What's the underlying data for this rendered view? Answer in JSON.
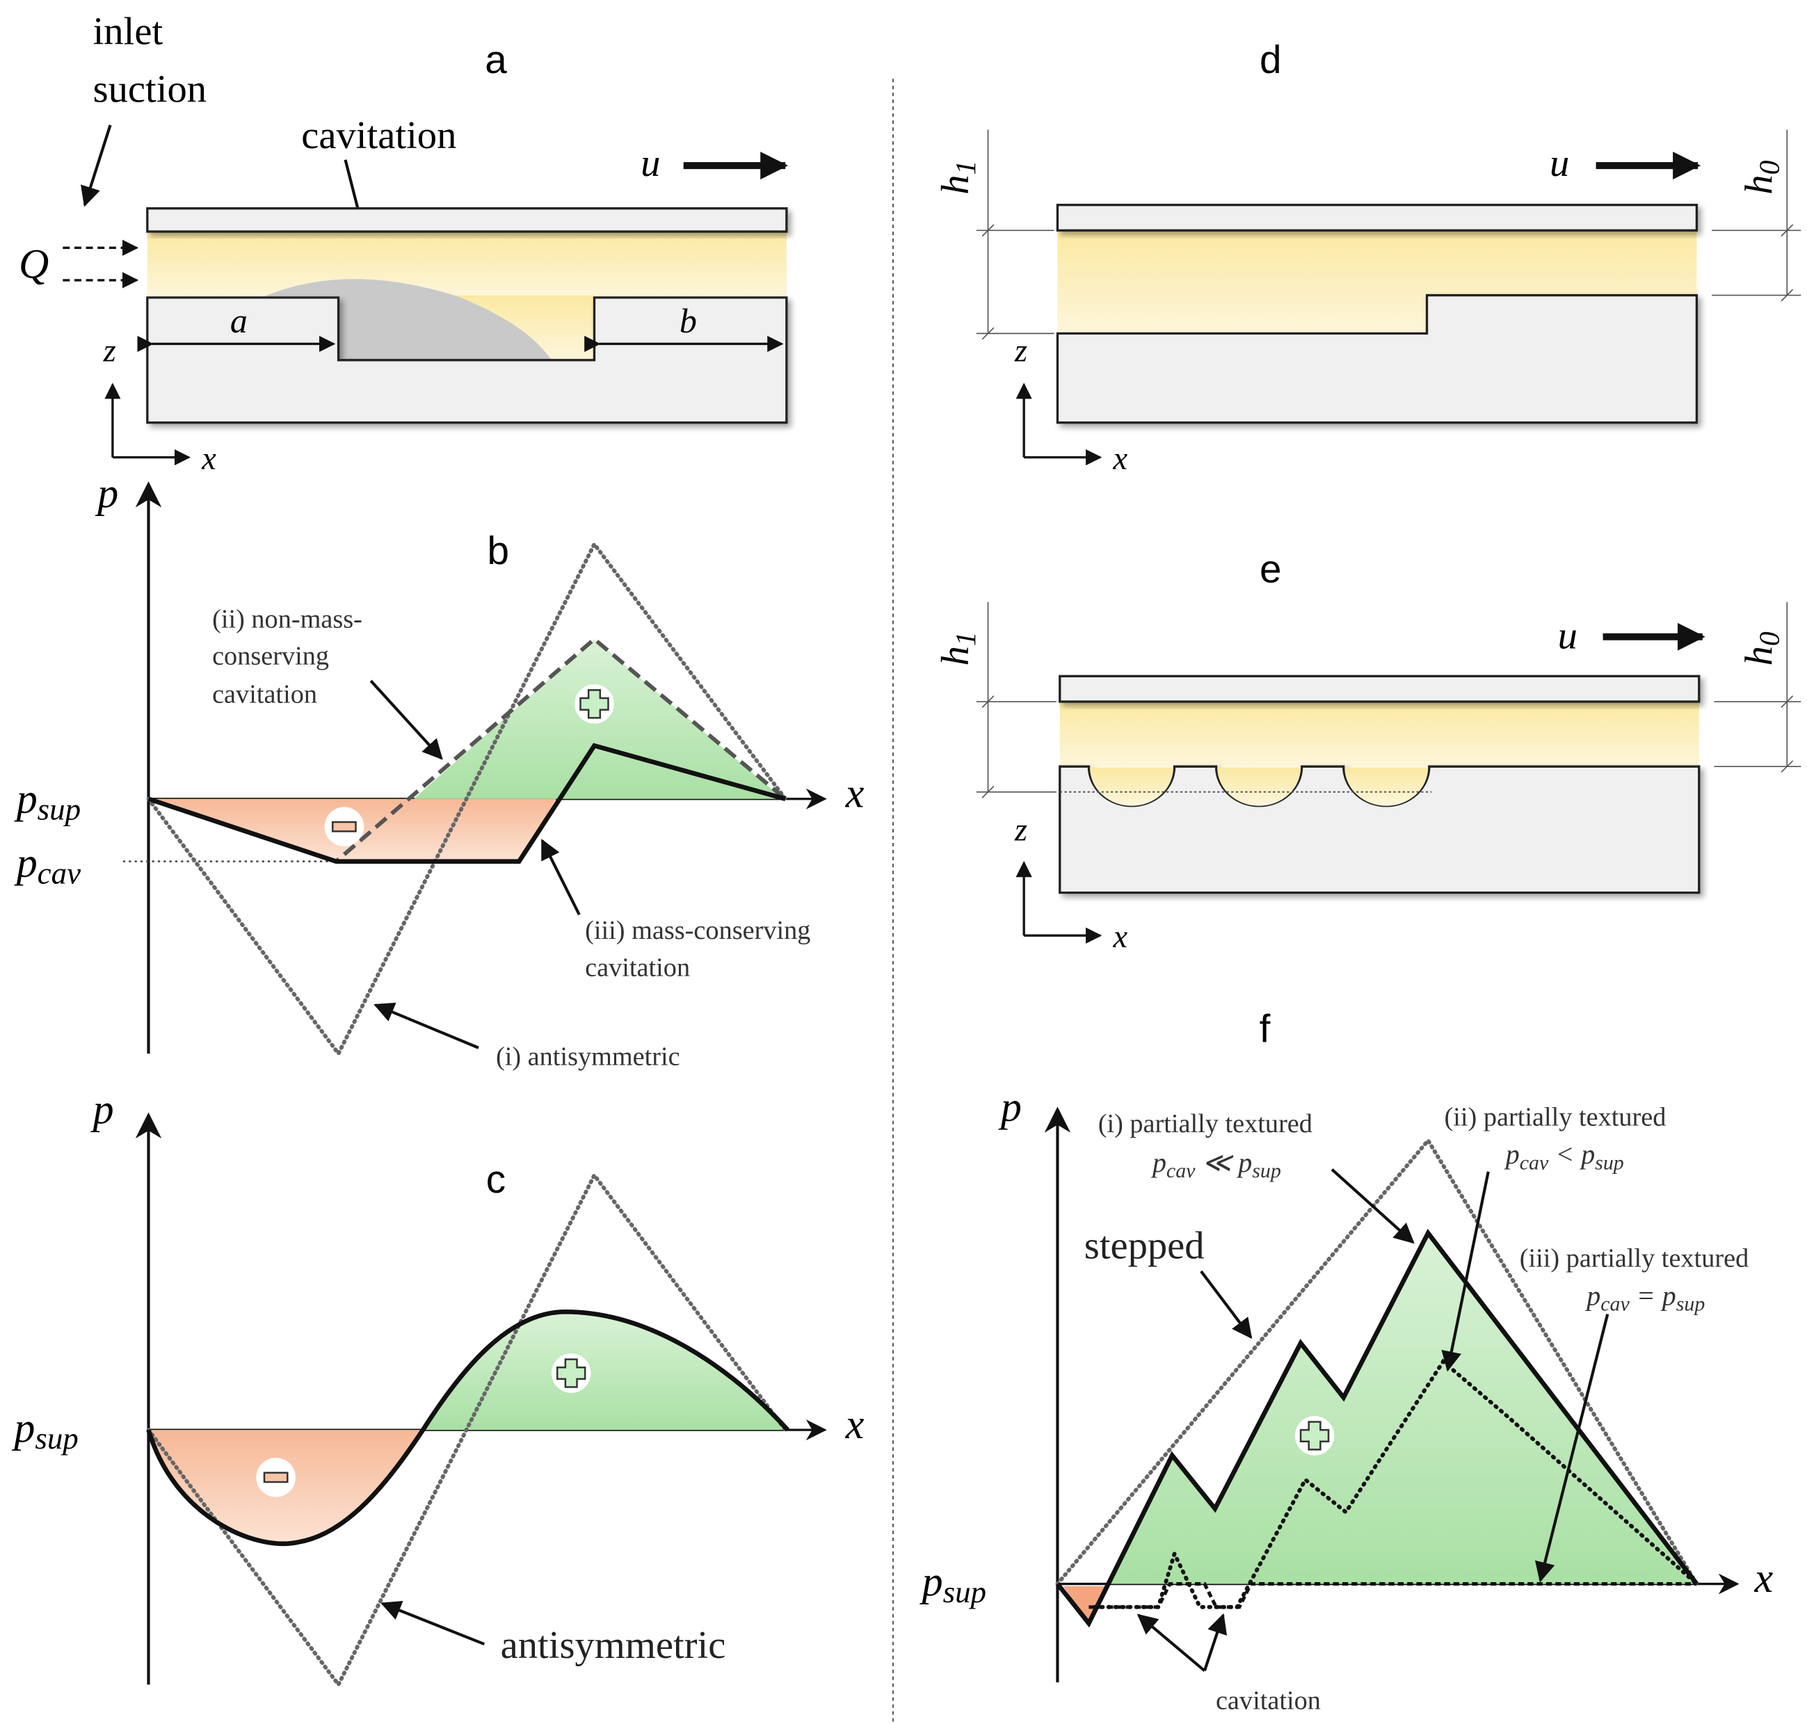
{
  "panels": {
    "a": {
      "label": "a",
      "inlet": [
        "inlet",
        "suction"
      ],
      "cavitation": "cavitation",
      "Q": "Q",
      "u": "u",
      "dim_a": "a",
      "dim_b": "b",
      "z": "z",
      "x": "x"
    },
    "b": {
      "label": "b",
      "p": "p",
      "x": "x",
      "psup_base": "p",
      "psup_sub": "sup",
      "pcav_base": "p",
      "pcav_sub": "cav",
      "ann_ii": [
        "(ii) non-mass-",
        "conserving",
        "cavitation"
      ],
      "ann_iii": [
        "(iii) mass-conserving",
        "cavitation"
      ],
      "ann_i": "(i) antisymmetric"
    },
    "c": {
      "label": "c",
      "p": "p",
      "x": "x",
      "psup_base": "p",
      "psup_sub": "sup",
      "ann": "antisymmetric"
    },
    "d": {
      "label": "d",
      "u": "u",
      "h1_base": "h",
      "h1_sub": "1",
      "h0_base": "h",
      "h0_sub": "0",
      "z": "z",
      "x": "x"
    },
    "e": {
      "label": "e",
      "u": "u",
      "h1_base": "h",
      "h1_sub": "1",
      "h0_base": "h",
      "h0_sub": "0",
      "z": "z",
      "x": "x"
    },
    "f": {
      "label": "f",
      "p": "p",
      "x": "x",
      "psup_base": "p",
      "psup_sub": "sup",
      "stepped": "stepped",
      "ann_i": [
        "(i) partially textured",
        "p",
        "cav",
        " ≪ ",
        "p",
        "sup"
      ],
      "ann_ii": [
        "(ii) partially textured",
        "p",
        "cav",
        " < ",
        "p",
        "sup"
      ],
      "ann_iii": [
        "(iii) partially textured",
        "p",
        "cav",
        " = ",
        "p",
        "sup"
      ],
      "cavitation": "cavitation"
    }
  },
  "colors": {
    "fluid": "#fbedb5",
    "solid": "#f0f0f0",
    "positive": "#bfe9bb",
    "negative": "#f7c4a6",
    "cav_region": "#c9c9c9",
    "line": "#1a1a1a",
    "dotted": "#666666"
  }
}
